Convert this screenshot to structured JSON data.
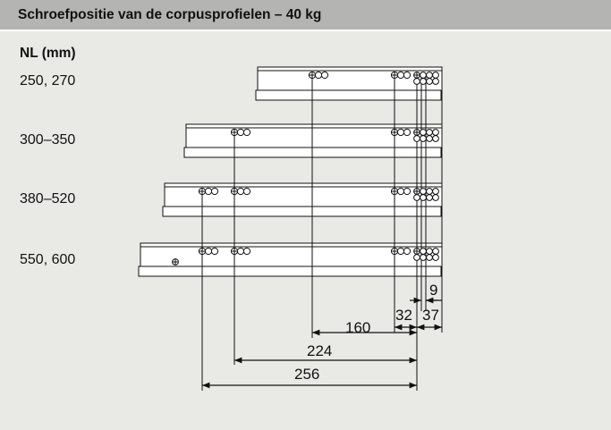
{
  "header": {
    "title": "Schroefpositie van de corpusprofielen – 40 kg"
  },
  "column_header": "NL (mm)",
  "rows": [
    {
      "label": "250, 270"
    },
    {
      "label": "300–350"
    },
    {
      "label": "380–520"
    },
    {
      "label": "550, 600"
    }
  ],
  "dimensions": {
    "d9": "9",
    "d32": "32",
    "d37": "37",
    "d160": "160",
    "d224": "224",
    "d256": "256"
  },
  "colors": {
    "header_bg": "#b4b4b2",
    "panel_bg": "#e9e9e6",
    "line": "#111111"
  }
}
